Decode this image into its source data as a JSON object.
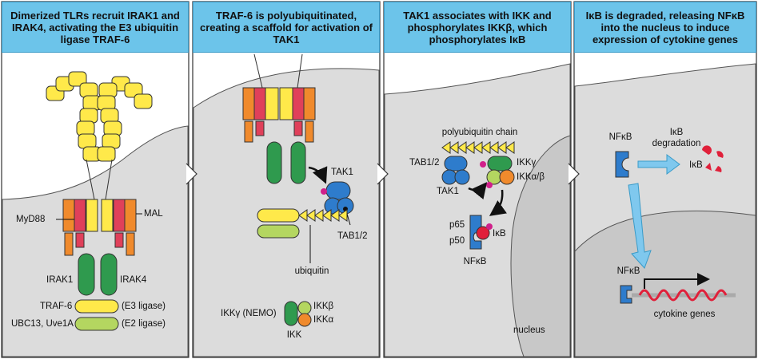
{
  "panels": [
    {
      "header": "Dimerized TLRs recruit IRAK1 and IRAK4, activating the E3 ubiquitin ligase TRAF-6",
      "labels": {
        "myd88": "MyD88",
        "mal": "MAL",
        "irak1": "IRAK1",
        "irak4": "IRAK4",
        "traf6": "TRAF-6",
        "ubc13": "UBC13, Uve1A",
        "e3": "(E3 ligase)",
        "e2": "(E2 ligase)"
      }
    },
    {
      "header": "TRAF-6 is polyubiquitinated, creating a scaffold for activation of TAK1",
      "labels": {
        "tak1": "TAK1",
        "tab12": "TAB1/2",
        "ubiquitin": "ubiquitin",
        "ikkg_nemo": "IKKγ (NEMO)",
        "ikkb": "IKKβ",
        "ikka": "IKKα",
        "ikk": "IKK"
      }
    },
    {
      "header": "TAK1 associates with IKK and phosphorylates IKKβ, which phosphorylates IκB",
      "labels": {
        "polyub": "polyubiquitin chain",
        "tab12": "TAB1/2",
        "tak1": "TAK1",
        "ikkg": "IKKγ",
        "ikkab": "IKKα/β",
        "p65": "p65",
        "p50": "p50",
        "ikb": "IκB",
        "nfkb": "NFκB",
        "nucleus": "nucleus"
      }
    },
    {
      "header": "IκB is degraded, releasing NFκB into the nucleus to induce expression of cytokine genes",
      "labels": {
        "nfkb_top": "NFκB",
        "ikb_deg_1": "IκB",
        "ikb_deg_2": "degradation",
        "ikb": "IκB",
        "nfkb_bottom": "NFκB",
        "cytokine": "cytokine genes"
      }
    }
  ],
  "colors": {
    "header_bg": "#6cc4ea",
    "membrane": "#d9d9d9",
    "tlr_yellow": "#ffe94a",
    "orange": "#f08a2c",
    "red": "#e0405a",
    "green": "#2f9a4e",
    "light_green": "#b4d660",
    "blue": "#2e7ccc",
    "magenta": "#d0208a",
    "arrow_blue": "#7fc8ee"
  }
}
